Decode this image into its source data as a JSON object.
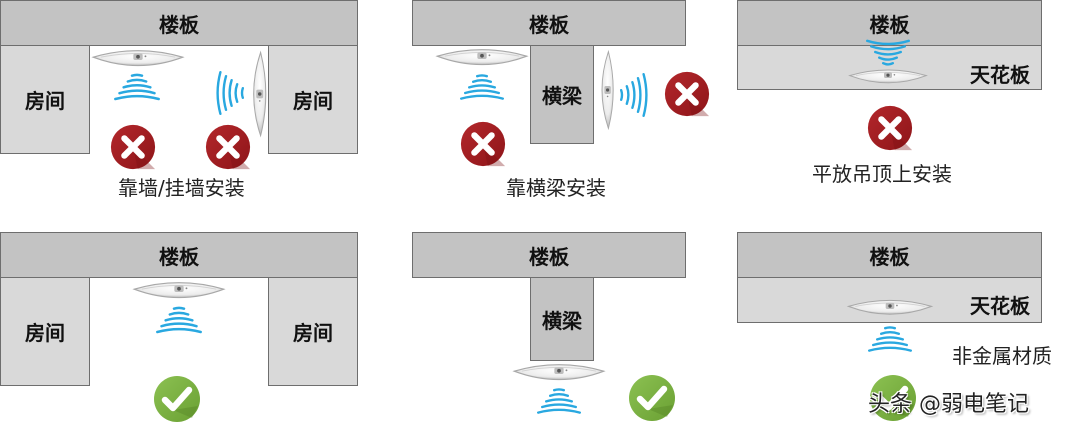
{
  "labels": {
    "floor_slab": "楼板",
    "room": "房间",
    "beam": "横梁",
    "ceiling": "天花板",
    "non_metal": "非金属材质"
  },
  "panels": [
    {
      "id": "wall-mount",
      "status": "wrong",
      "caption": "靠墙/挂墙安装"
    },
    {
      "id": "beam-side",
      "status": "wrong",
      "caption": "靠横梁安装"
    },
    {
      "id": "above-ceiling",
      "status": "wrong",
      "caption": "平放吊顶上安装"
    },
    {
      "id": "center-ceiling",
      "status": "correct",
      "caption": ""
    },
    {
      "id": "under-beam",
      "status": "correct",
      "caption": ""
    },
    {
      "id": "on-ceiling",
      "status": "correct",
      "caption": "非金属材质"
    }
  ],
  "icons": {
    "wrong": "x-circle-icon",
    "correct": "check-circle-icon",
    "device": "access-point-icon",
    "signal": "wifi-signal-icon"
  },
  "colors": {
    "slab": "#c3c3c3",
    "room": "#d9d9d9",
    "border": "#6e6e6e",
    "wrong_red": "#a31e22",
    "correct_green": "#7cb342",
    "signal_blue": "#29a8e0"
  },
  "watermark": "头条 @弱电笔记"
}
